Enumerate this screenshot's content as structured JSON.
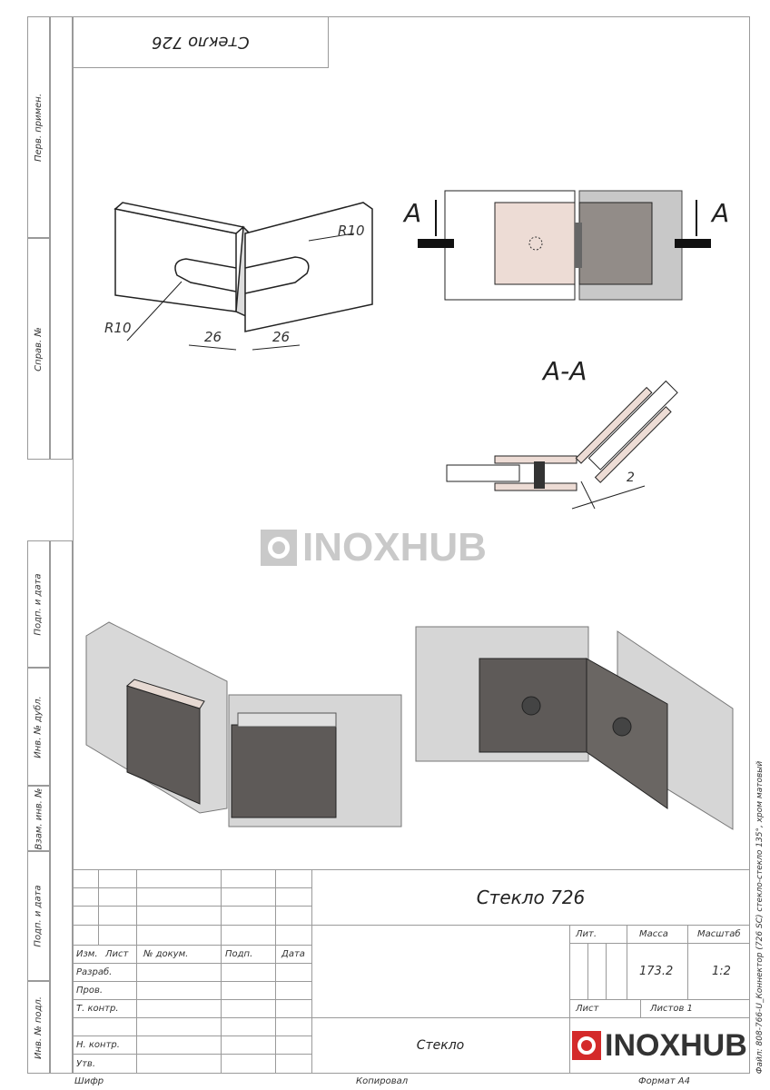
{
  "top_box": {
    "title_rotated": "Стекло 726"
  },
  "side_stamps": [
    "Перв. примен.",
    "Справ. №",
    "Подп. и дата",
    "Инв. № дубл.",
    "Взам. инв. №",
    "Подп. и дата",
    "Инв. № подл."
  ],
  "drawing": {
    "radius_label_1": "R10",
    "radius_label_2": "R10",
    "dim_1": "26",
    "dim_2": "26",
    "section_mark_left": "A",
    "section_mark_right": "A",
    "section_title": "A-A",
    "gap_dim": "2"
  },
  "watermark": "INOXHUB",
  "title_block": {
    "title": "Стекло 726",
    "headers": {
      "izm": "Изм.",
      "list": "Лист",
      "doc": "№ докум.",
      "podp": "Подп.",
      "date": "Дата"
    },
    "roles": [
      "Разраб.",
      "Пров.",
      "Т. контр.",
      "",
      "Н. контр.",
      "Утв."
    ],
    "lit_label": "Лит.",
    "mass_label": "Масса",
    "scale_label": "Масштаб",
    "mass": "173.2",
    "scale": "1:2",
    "sheet_label": "Лист",
    "sheets_label": "Листов 1",
    "material": "Стекло",
    "logo": "INOXHUB",
    "logo_color": "#d42a2a"
  },
  "footer": {
    "cipher": "Шифр",
    "copied": "Копировал",
    "format": "Формат А4"
  },
  "file_note": "Файл: 808-766-U_Коннектор (726 SC) стекло-стекло 135°, хром матовый"
}
